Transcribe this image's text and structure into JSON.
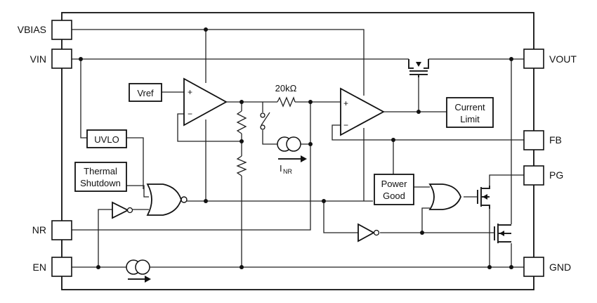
{
  "pins": {
    "vbias": "VBIAS",
    "vin": "VIN",
    "nr": "NR",
    "en": "EN",
    "vout": "VOUT",
    "fb": "FB",
    "pg": "PG",
    "gnd": "GND"
  },
  "blocks": {
    "vref": "Vref",
    "uvlo": "UVLO",
    "thermal_line1": "Thermal",
    "thermal_line2": "Shutdown",
    "current_limit_line1": "Current",
    "current_limit_line2": "Limit",
    "power_good_line1": "Power",
    "power_good_line2": "Good"
  },
  "components": {
    "resistor_value": "20kΩ",
    "current_source_label": "I",
    "current_source_sub": "NR"
  },
  "opamp_signs": {
    "plus": "+",
    "minus": "−"
  },
  "colors": {
    "line": "#222222",
    "fill": "#ffffff"
  }
}
